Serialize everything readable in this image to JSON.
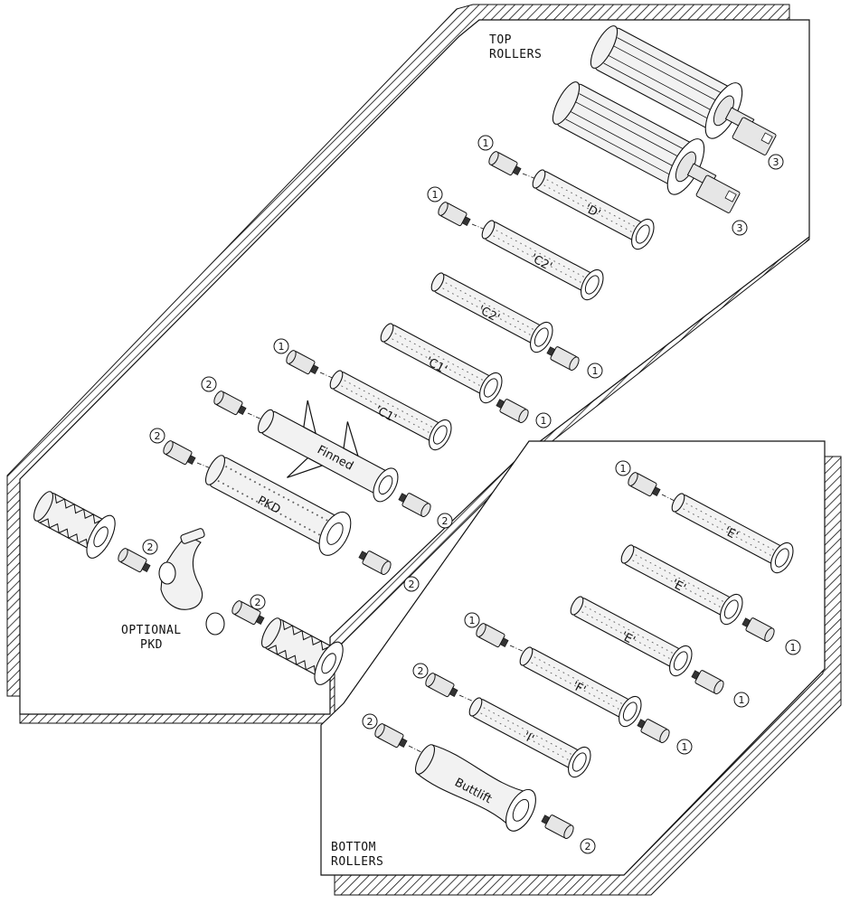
{
  "diagram": {
    "panels": {
      "top": {
        "label_line1": "TOP",
        "label_line2": "ROLLERS"
      },
      "bottom": {
        "label_line1": "BOTTOM",
        "label_line2": "ROLLERS"
      },
      "optional": {
        "label_line1": "OPTIONAL",
        "label_line2": "PKD"
      }
    },
    "roller_labels": {
      "d": "'D'",
      "c2_a": "'C2'",
      "c2_b": "'C2'",
      "c1_a": "'C1'",
      "c1_b": "'C1'",
      "finned": "Finned",
      "pkd": "PKD",
      "e_a": "'E'",
      "e_b": "'E'",
      "e_c": "'E'",
      "f": "'F'",
      "i": "'I'",
      "buttlift": "Buttlift"
    },
    "callouts": {
      "one": "1",
      "two": "2",
      "three": "3"
    }
  }
}
